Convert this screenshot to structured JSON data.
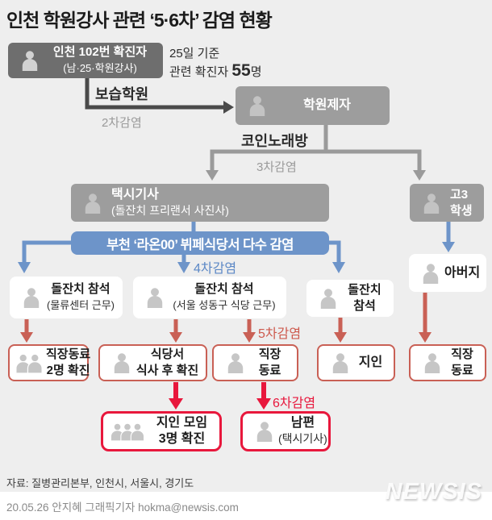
{
  "title": "인천 학원강사 관련 ‘5·6차’ 감염 현황",
  "header": {
    "date_line": "25일 기준",
    "related_prefix": "관련 확진자 ",
    "related_count": "55",
    "related_suffix": "명"
  },
  "labels": {
    "stage2_place": "보습학원",
    "stage2": "2차감염",
    "stage3_place": "코인노래방",
    "stage3": "3차감염",
    "stage4_banner": "부천 ‘라온00’ 뷔페식당서 다수 감염",
    "stage4": "4차감염",
    "stage5": "5차감염",
    "stage6": "6차감염"
  },
  "nodes": {
    "index_case": {
      "line1": "인천 102번 확진자",
      "line2": "(남·25·학원강사)"
    },
    "student": {
      "line1": "학원제자"
    },
    "taxi_driver": {
      "line1": "택시기사",
      "line2": "(돌잔치 프리랜서 사진사)"
    },
    "hs_student": {
      "line1": "고3",
      "line2": "학생"
    },
    "party_attendee1": {
      "line1": "돌잔치 참석",
      "line2": "(물류센터 근무)"
    },
    "party_attendee2": {
      "line1": "돌잔치 참석",
      "line2": "(서울 성동구 식당 근무)"
    },
    "party_attendee3": {
      "line1": "돌잔치",
      "line2": "참석"
    },
    "father": {
      "line1": "아버지"
    },
    "coworkers_confirmed": {
      "line1": "직장동료",
      "line2": "2명 확진"
    },
    "restaurant_confirmed": {
      "line1": "식당서",
      "line2": "식사 후 확진"
    },
    "coworker_left": {
      "line1": "직장",
      "line2": "동료"
    },
    "acquaintance": {
      "line1": "지인"
    },
    "coworker_right": {
      "line1": "직장",
      "line2": "동료"
    },
    "friend_meeting": {
      "line1": "지인 모임",
      "line2": "3명 확진"
    },
    "husband": {
      "line1": "남편",
      "line2": "(택시기사)"
    }
  },
  "colors": {
    "background": "#eeeeee",
    "dark_gray_box": "#6e6e6e",
    "gray_box": "#9d9d9d",
    "blue": "#6d94c9",
    "salmon": "#c96055",
    "crimson": "#e8173c"
  },
  "footer": {
    "source": "자료: 질병관리본부, 인천시, 서울시, 경기도",
    "credit": "20.05.26 안지혜 그래픽기자 hokma@newsis.com",
    "logo": "NEWSIS"
  }
}
